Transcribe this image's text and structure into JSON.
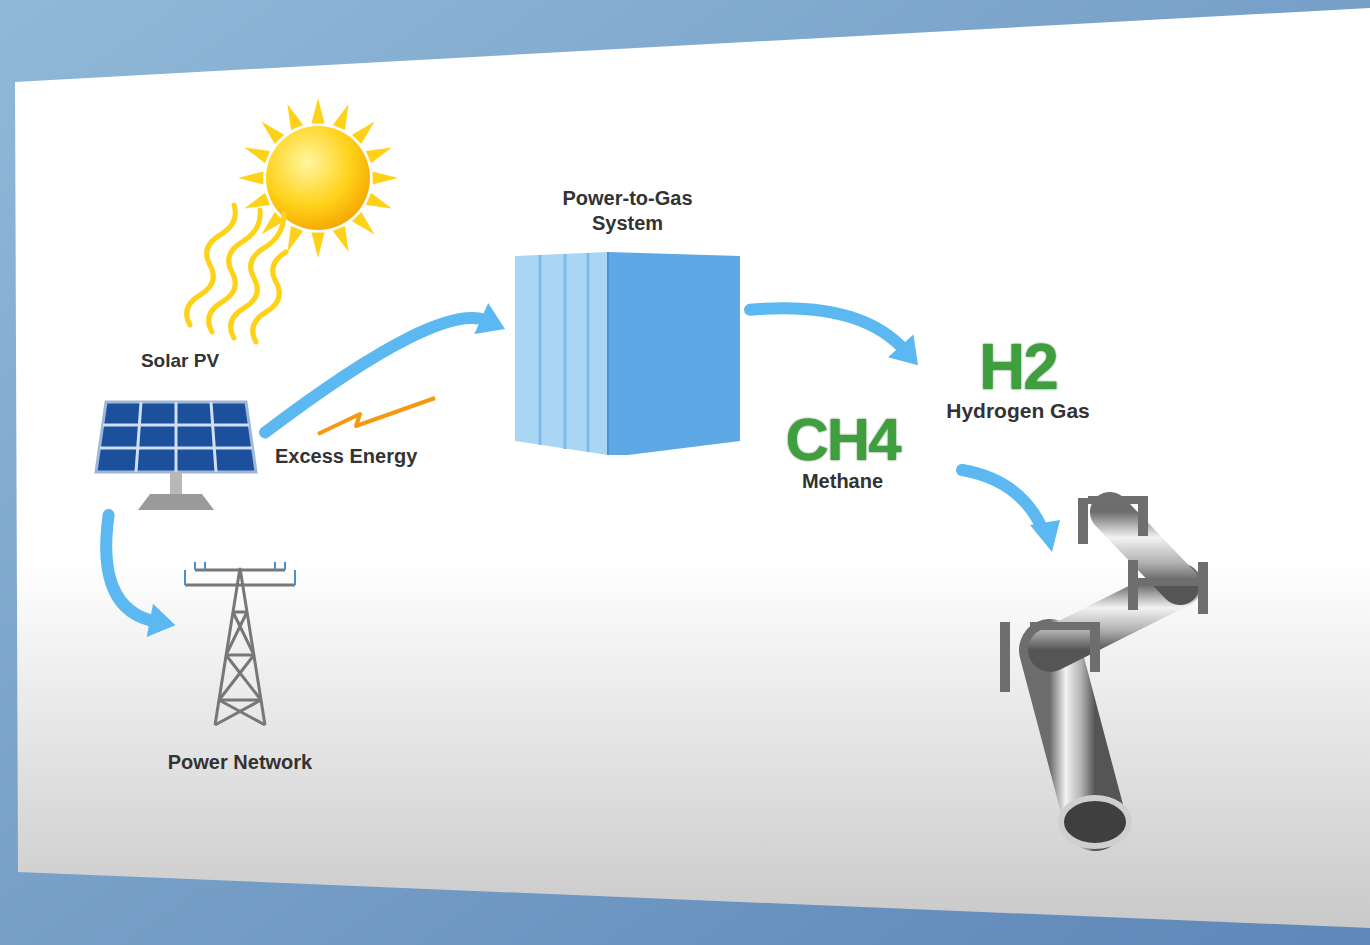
{
  "diagram": {
    "nodes": [
      {
        "text": [
          "Solar PV"
        ]
      },
      {
        "text": [
          "Power-to-Gas System"
        ]
      },
      {
        "text": [
          "H2",
          "Hydrogen Gas"
        ]
      },
      {
        "text": [
          "CH4",
          "Methane"
        ]
      },
      {
        "text": [
          "Power Network"
        ]
      }
    ],
    "edges": [
      {
        "from": 0,
        "to": 4,
        "arrow": "to"
      },
      {
        "from": 0,
        "to": 1,
        "label": "Excess Energy",
        "arrow": "to"
      },
      {
        "from": 1,
        "to": 2,
        "arrow": "to"
      }
    ]
  }
}
